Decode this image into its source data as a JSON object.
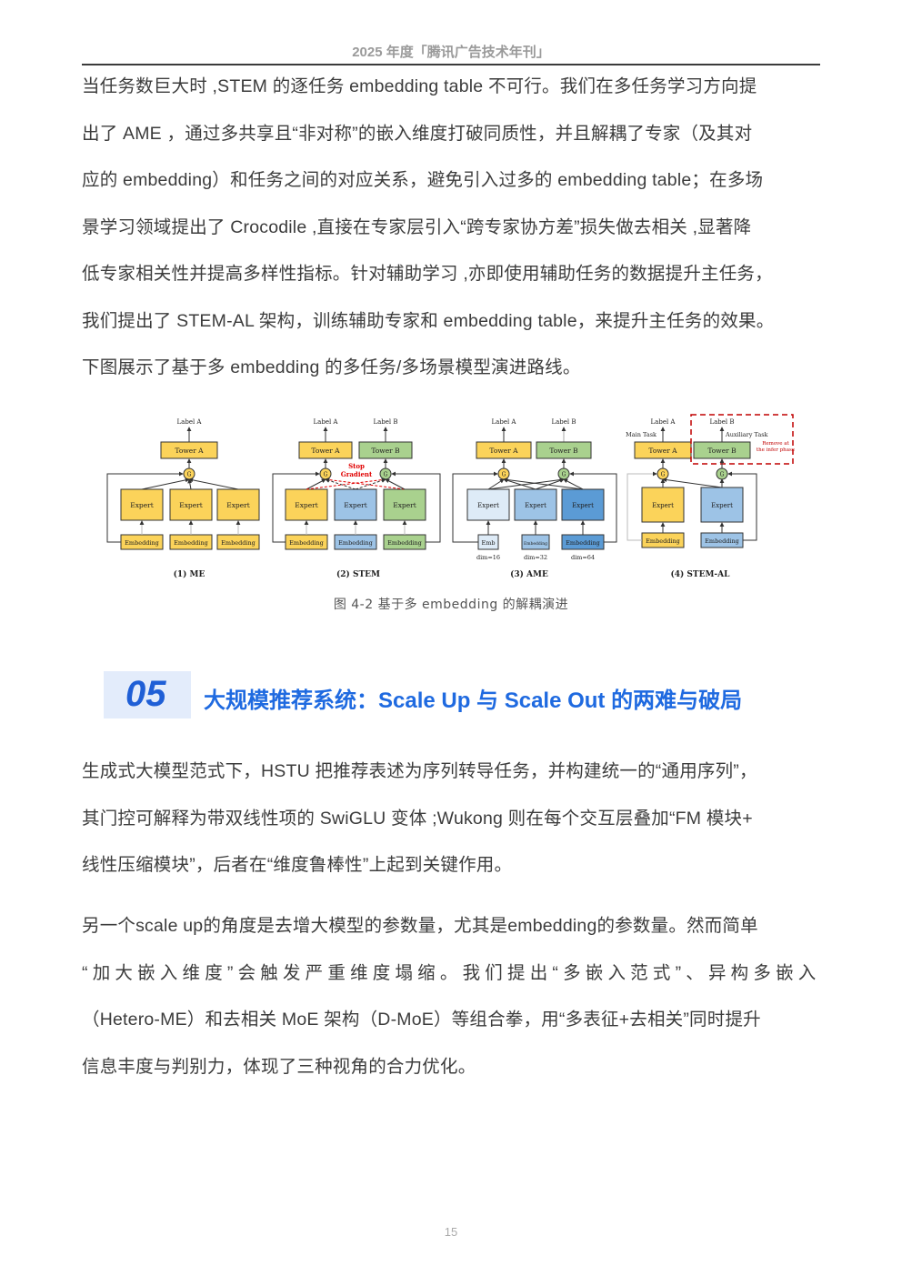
{
  "header": {
    "title": "2025 年度「腾讯广告技术年刊」"
  },
  "paragraphs": {
    "intro": [
      "当任务数巨大时 ,STEM  的逐任务 embedding table 不可行。我们在多任务学习方向提",
      "出了 AME  ，通过多共享且“非对称”的嵌入维度打破同质性，并且解耦了专家（及其对",
      "应的 embedding）和任务之间的对应关系，避免引入过多的 embedding table；在多场",
      "景学习领域提出了 Crocodile ,直接在专家层引入“跨专家协方差”损失做去相关 ,显著降",
      "低专家相关性并提高多样性指标。针对辅助学习 ,亦即使用辅助任务的数据提升主任务，",
      "我们提出了 STEM-AL 架构，训练辅助专家和 embedding table，来提升主任务的效果。",
      "下图展示了基于多 embedding 的多任务/多场景模型演进路线。"
    ],
    "hstu": [
      "生成式大模型范式下，HSTU 把推荐表述为序列转导任务，并构建统一的“通用序列”，",
      "其门控可解释为带双线性项的 SwiGLU 变体 ;Wukong  则在每个交互层叠加“FM 模块+",
      "线性压缩模块”，后者在“维度鲁棒性”上起到关键作用。"
    ],
    "scaleup": [
      "另一个scale  up的角度是去增大模型的参数量，尤其是embedding的参数量。然而简单",
      "“加大嵌入维度”会触发严重维度塌缩。我们提出“多嵌入范式”、异构多嵌入",
      "（Hetero-ME）和去相关 MoE 架构（D-MoE）等组合拳，用“多表征+去相关”同时提升",
      "信息丰度与判别力，体现了三种视角的合力优化。"
    ]
  },
  "figure": {
    "caption": "图 4-2  基于多 embedding 的解耦演进",
    "colors": {
      "yellow": "#fbd35a",
      "green": "#a9d18e",
      "blue": "#9dc3e6",
      "light_blue": "#deebf7",
      "mid_blue": "#9dc3e6",
      "dark_blue": "#5b9bd5",
      "red": "#c00000"
    },
    "panels": [
      {
        "label": "(1) ME",
        "labels": [
          "Label A"
        ],
        "towers": [
          "Tower A"
        ],
        "experts": [
          "Expert",
          "Expert",
          "Expert"
        ],
        "embeddings": [
          "Embedding",
          "Embedding",
          "Embedding"
        ],
        "gate": "G"
      },
      {
        "label": "(2) STEM",
        "labels": [
          "Label A",
          "Label B"
        ],
        "towers": [
          "Tower A",
          "Tower B"
        ],
        "experts": [
          "Expert",
          "Expert",
          "Expert"
        ],
        "embeddings": [
          "Embedding",
          "Embedding",
          "Embedding"
        ],
        "gate": "G",
        "annotation": "Stop\nGradient"
      },
      {
        "label": "(3) AME",
        "labels": [
          "Label A",
          "Label B"
        ],
        "towers": [
          "Tower A",
          "Tower B"
        ],
        "experts": [
          "Expert",
          "Expert",
          "Expert"
        ],
        "embeddings": [
          "Emb",
          "Embedding",
          "Embedding"
        ],
        "dims": [
          "dim=16",
          "dim=32",
          "dim=64"
        ],
        "gate": "G"
      },
      {
        "label": "(4) STEM-AL",
        "labels": [
          "Label A",
          "Label B"
        ],
        "towers": [
          "Tower A",
          "Tower B"
        ],
        "experts": [
          "Expert",
          "Expert"
        ],
        "embeddings": [
          "Embedding",
          "Embedding"
        ],
        "gate": "G",
        "main_task": "Main Task",
        "aux_task": "Auxiliary Task",
        "annotation": "Remove at\nthe infer phase"
      }
    ]
  },
  "section": {
    "number": "05",
    "title": "大规模推荐系统：Scale Up 与 Scale Out 的两难与破局",
    "accent": "#1f6ae0"
  },
  "footer": {
    "page_number": "15"
  }
}
